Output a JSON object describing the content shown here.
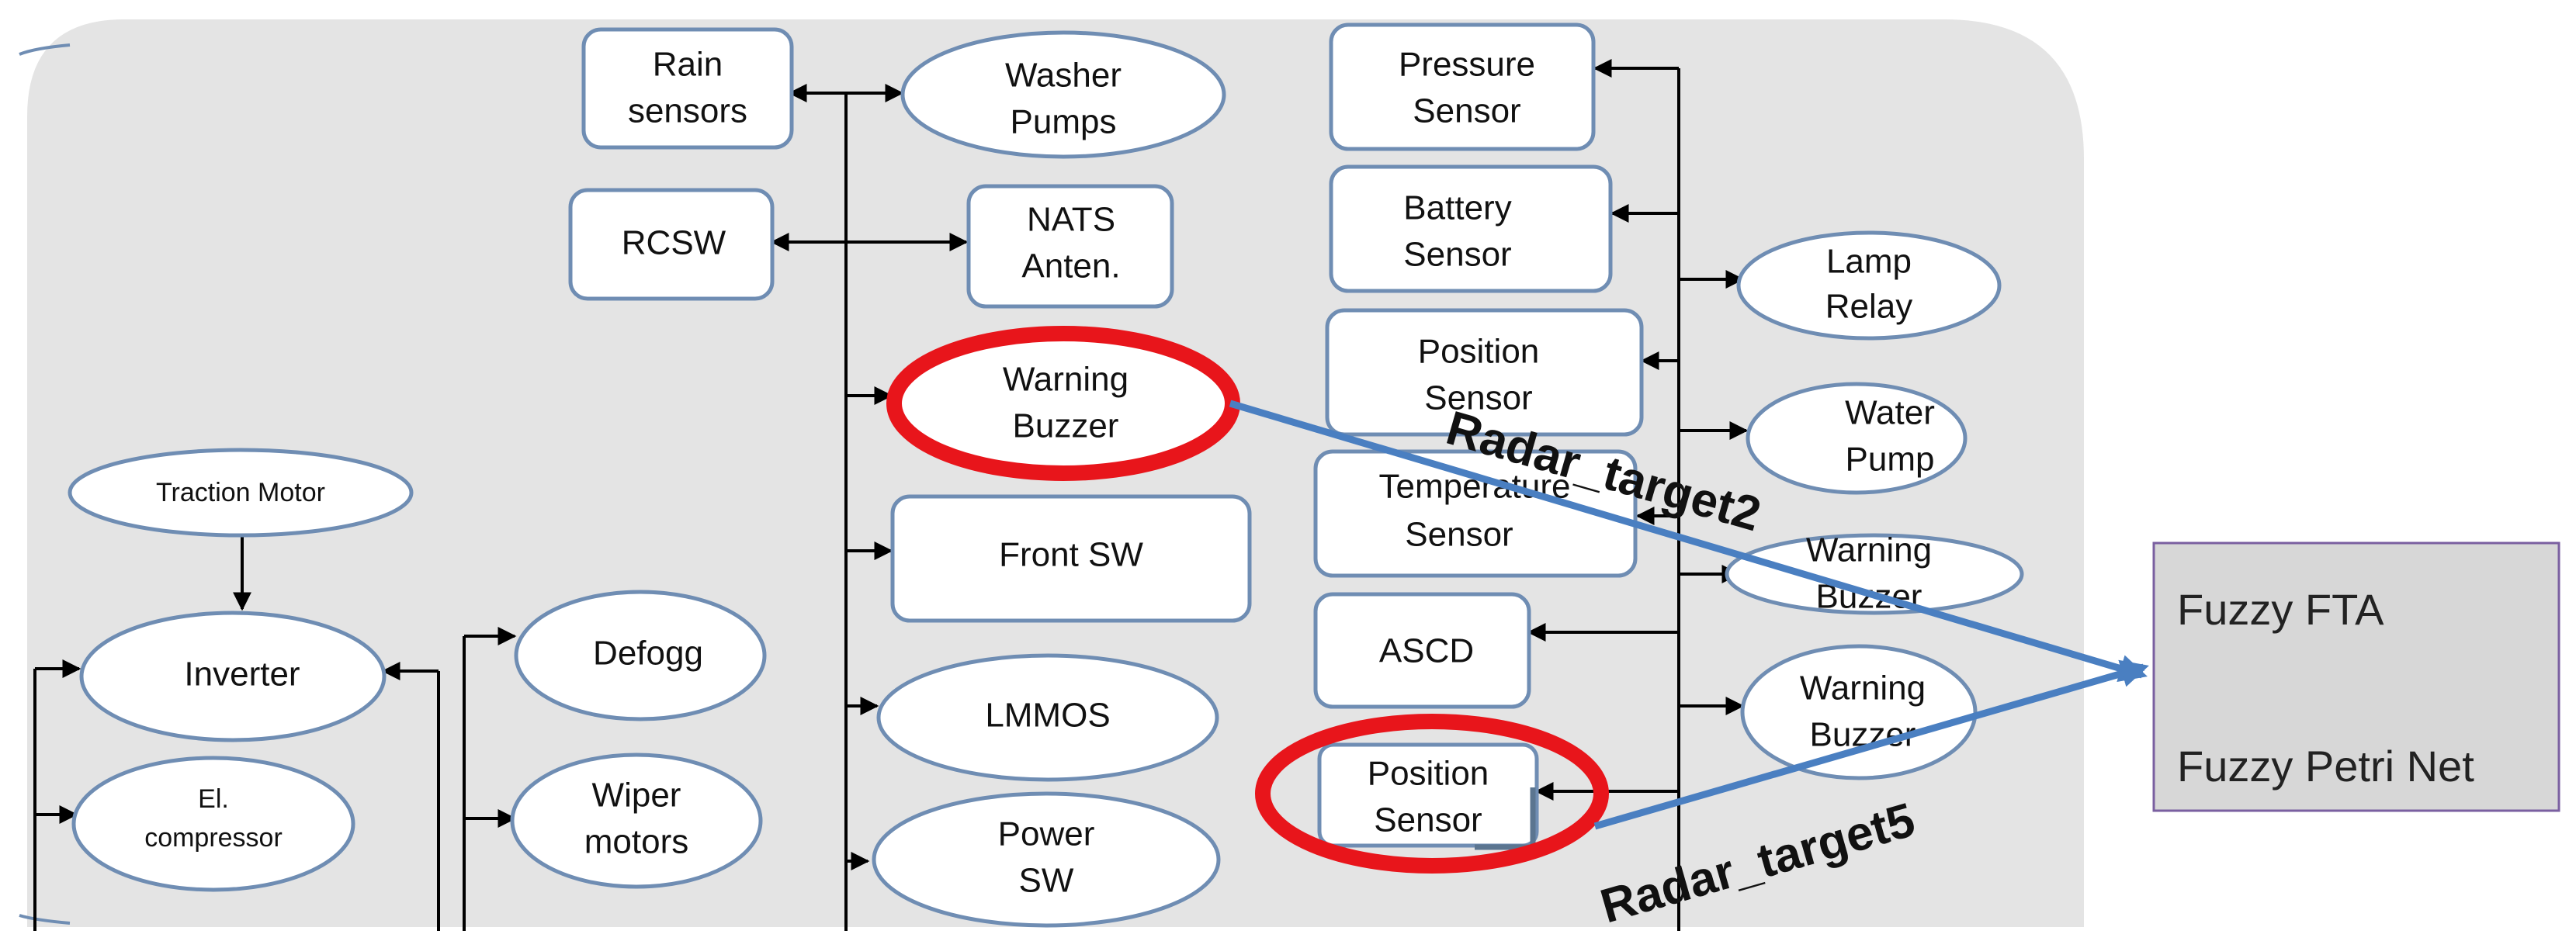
{
  "nodes": {
    "rain_sensors": [
      "Rain",
      "sensors"
    ],
    "washer_pumps": [
      "Washer",
      "Pumps"
    ],
    "rcsw": [
      "RCSW"
    ],
    "nats_anten": [
      "NATS",
      "Anten."
    ],
    "warning_buzzer_mid": [
      "Warning",
      "Buzzer"
    ],
    "front_sw": [
      "Front SW"
    ],
    "lmmos": [
      "LMMOS"
    ],
    "power_sw": [
      "Power",
      "SW"
    ],
    "traction_motor": [
      "Traction Motor"
    ],
    "inverter": [
      "Inverter"
    ],
    "el_compressor": [
      "El.",
      "compressor"
    ],
    "defogg": [
      "Defogg"
    ],
    "wiper_motors": [
      "Wiper",
      "motors"
    ],
    "pressure_sensor": [
      "Pressure",
      "Sensor"
    ],
    "battery_sensor": [
      "Battery",
      "Sensor"
    ],
    "position_sensor_1": [
      "Position",
      "Sensor"
    ],
    "temperature_sensor": [
      "Temperature",
      "Sensor"
    ],
    "ascd": [
      "ASCD"
    ],
    "position_sensor_2": [
      "Position",
      "Sensor"
    ],
    "lamp_relay": [
      "Lamp",
      "Relay"
    ],
    "water_pump": [
      "Water",
      "Pump"
    ],
    "warning_buzzer_right_1": [
      "Warning",
      "Buzzer"
    ],
    "warning_buzzer_right_2": [
      "Warning",
      "Buzzer"
    ]
  },
  "overlay": {
    "radar_target2": "Radar_target2",
    "radar_target5": "Radar_target5"
  },
  "fuzzy_box": {
    "line1": "Fuzzy FTA",
    "line2": "Fuzzy Petri Net"
  },
  "colors": {
    "panel": "#e4e4e4",
    "node_border": "#6f8db3",
    "wire": "#000000",
    "highlight": "#e8151b",
    "arrow": "#4a7fc1",
    "fuzzy_fill": "#d7d7d7",
    "fuzzy_border": "#7a5fa0"
  }
}
